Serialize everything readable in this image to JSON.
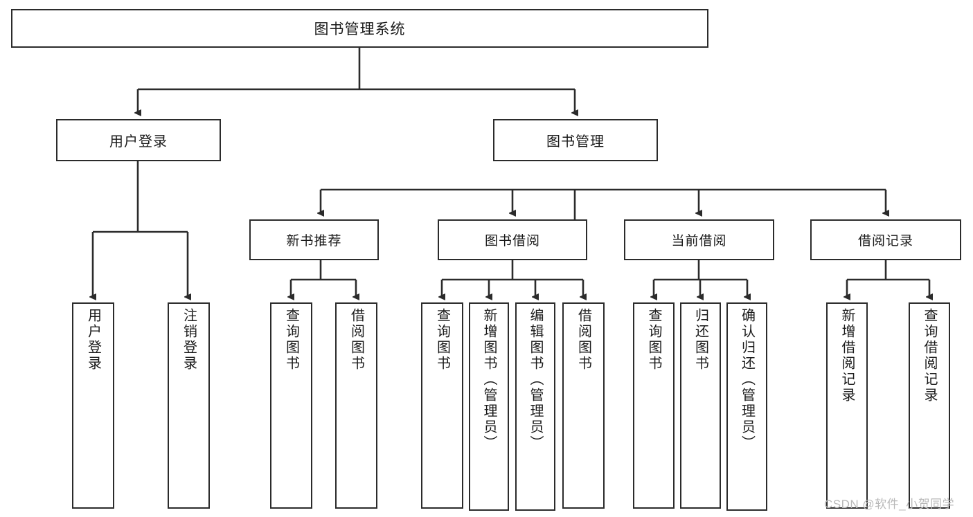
{
  "diagram": {
    "type": "tree-hierarchy",
    "title": "图书管理系统",
    "root": {
      "id": "root",
      "label": "图书管理系统"
    },
    "level1": [
      {
        "id": "user-login",
        "label": "用户登录"
      },
      {
        "id": "book-manage",
        "label": "图书管理"
      }
    ],
    "level2": [
      {
        "id": "new-book-rec",
        "label": "新书推荐",
        "parent": "book-manage"
      },
      {
        "id": "book-borrow",
        "label": "图书借阅",
        "parent": "book-manage"
      },
      {
        "id": "current-borrow",
        "label": "当前借阅",
        "parent": "book-manage"
      },
      {
        "id": "borrow-record",
        "label": "借阅记录",
        "parent": "book-manage"
      }
    ],
    "leaves": [
      {
        "id": "leaf-user-login",
        "label": "用户登录",
        "parent": "user-login"
      },
      {
        "id": "leaf-logout",
        "label": "注销登录",
        "parent": "user-login"
      },
      {
        "id": "leaf-query-book-1",
        "label": "查询图书",
        "parent": "new-book-rec"
      },
      {
        "id": "leaf-borrow-book-1",
        "label": "借阅图书",
        "parent": "new-book-rec"
      },
      {
        "id": "leaf-query-book-2",
        "label": "查询图书",
        "parent": "book-borrow"
      },
      {
        "id": "leaf-add-book",
        "label": "新增图书（管理员）",
        "parent": "book-borrow"
      },
      {
        "id": "leaf-edit-book",
        "label": "编辑图书（管理员）",
        "parent": "book-borrow"
      },
      {
        "id": "leaf-borrow-book-2",
        "label": "借阅图书",
        "parent": "book-borrow"
      },
      {
        "id": "leaf-query-book-3",
        "label": "查询图书",
        "parent": "current-borrow"
      },
      {
        "id": "leaf-return-book",
        "label": "归还图书",
        "parent": "current-borrow"
      },
      {
        "id": "leaf-confirm-return",
        "label": "确认归还（管理员）",
        "parent": "current-borrow"
      },
      {
        "id": "leaf-add-record",
        "label": "新增借阅记录",
        "parent": "borrow-record"
      },
      {
        "id": "leaf-query-record",
        "label": "查询借阅记录",
        "parent": "borrow-record"
      }
    ],
    "colors": {
      "stroke": "#2b2b2b",
      "fill": "#ffffff",
      "text": "#1a1a1a",
      "watermark": "#b9b9b9"
    }
  },
  "watermark": {
    "text": "CSDN @软件_小贺同学"
  }
}
